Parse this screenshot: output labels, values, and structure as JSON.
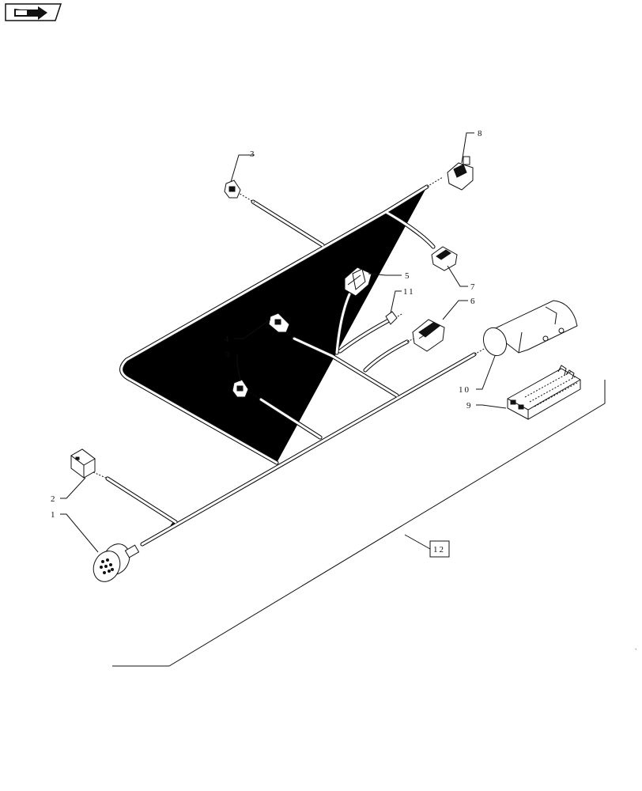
{
  "callouts": {
    "c1": "1",
    "c2": "2",
    "c3a": "3",
    "c3b": "3",
    "c4": "4",
    "c5": "5",
    "c6": "6",
    "c7": "7",
    "c8": "8",
    "c9": "9",
    "c10": "10",
    "c11": "11",
    "c12": "12"
  },
  "icons": {
    "nav": "arrow-right-icon"
  }
}
